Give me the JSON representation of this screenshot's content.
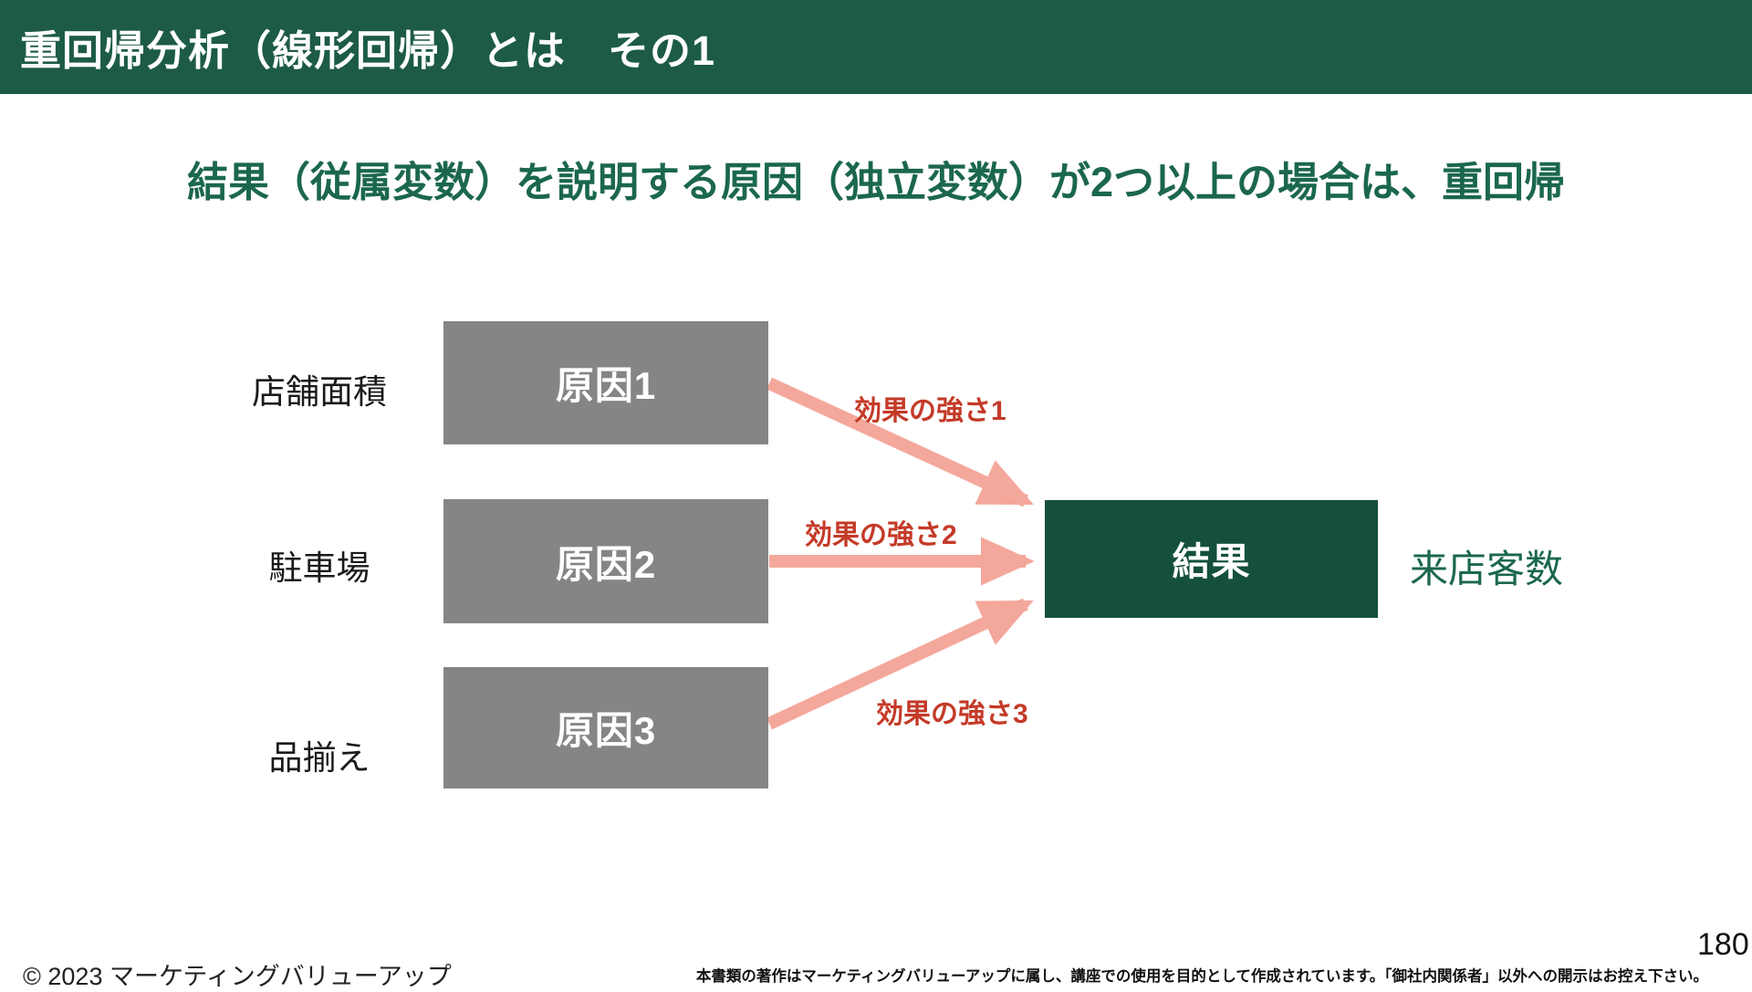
{
  "slide": {
    "title": "重回帰分析（線形回帰）とは　その1",
    "heading": "結果（従属変数）を説明する原因（独立変数）が2つ以上の場合は、重回帰",
    "page_number": "180",
    "copyright": "© 2023 マーケティングバリューアップ",
    "disclaimer": "本書類の著作はマーケティングバリューアップに属し、講座での使用を目的として作成されています。「御社内関係者」以外への開示はお控え下さい。"
  },
  "diagram": {
    "causes": [
      {
        "external_label": "店舗面積",
        "box_label": "原因1",
        "arrow_label": "効果の強さ1"
      },
      {
        "external_label": "駐車場",
        "box_label": "原因2",
        "arrow_label": "効果の強さ2"
      },
      {
        "external_label": "品揃え",
        "box_label": "原因3",
        "arrow_label": "効果の強さ3"
      }
    ],
    "result": {
      "box_label": "結果",
      "external_label": "来店客数"
    }
  },
  "colors": {
    "header_green": "#1D5B46",
    "result_green": "#15503B",
    "heading_green": "#1B674E",
    "box_gray": "#858585",
    "arrow_salmon": "#F4A79B",
    "arrow_label_red": "#C43A28"
  }
}
